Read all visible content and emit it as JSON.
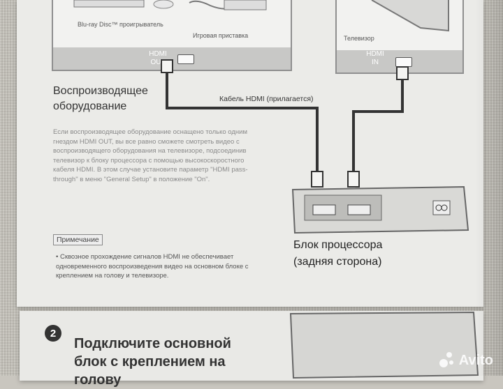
{
  "devices": {
    "bluray_caption": "Blu-ray Disc™ проигрыватель",
    "game_caption": "Игровая приставка",
    "tv_caption": "Телевизор",
    "hdmi_out_label": "HDMI\nOUT",
    "hdmi_in_label": "HDMI\nIN"
  },
  "playback": {
    "heading": "Воспроизводящее\nоборудование",
    "cable_caption": "Кабель HDMI (прилагается)",
    "body": "Если воспроизводящее оборудование оснащено только одним гнездом HDMI OUT, вы все равно сможете смотреть видео с воспроизводящего оборудования на телевизоре, подсоединив телевизор к блоку процессора с помощью высокоскоростного кабеля HDMI. В этом случае установите параметр \"HDMI pass-through\" в меню \"General Setup\" в положение \"On\"."
  },
  "note": {
    "label": "Примечание",
    "text": "• Сквозное прохождение сигналов HDMI не обеспечивает одновременного воспроизведения видео на основном блоке с креплением на голову и телевизоре."
  },
  "processor": {
    "caption": "Блок процессора\n(задняя сторона)"
  },
  "step2": {
    "number": "2",
    "text": "Подключите основной\nблок с креплением на\nголову"
  },
  "watermark": "Avito",
  "colors": {
    "page": "#ebebe8",
    "device_strip": "#c8c8c6",
    "cable": "#333333"
  }
}
